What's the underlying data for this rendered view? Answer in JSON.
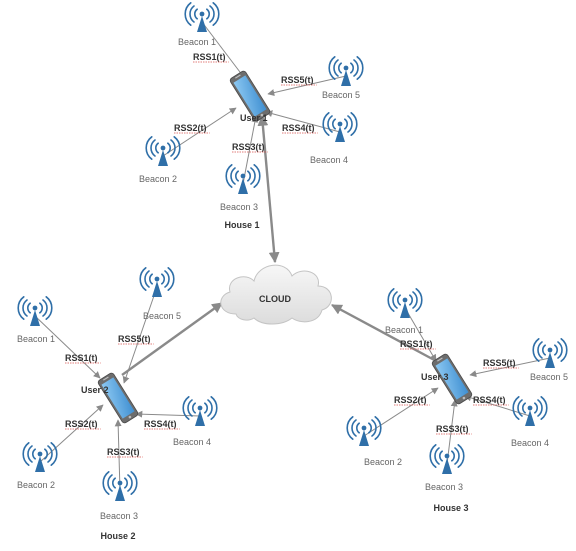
{
  "diagram": {
    "cloud_label": "CLOUD",
    "houses": [
      {
        "house_label": "House 1",
        "user_label": "User 1",
        "beacons": [
          {
            "label": "Beacon 1",
            "rss": "RSS1(t)"
          },
          {
            "label": "Beacon 2",
            "rss": "RSS2(t)"
          },
          {
            "label": "Beacon 3",
            "rss": "RSS3(t)"
          },
          {
            "label": "Beacon 4",
            "rss": "RSS4(t)"
          },
          {
            "label": "Beacon 5",
            "rss": "RSS5(t)"
          }
        ]
      },
      {
        "house_label": "House 2",
        "user_label": "User 2",
        "beacons": [
          {
            "label": "Beacon 1",
            "rss": "RSS1(t)"
          },
          {
            "label": "Beacon 2",
            "rss": "RSS2(t)"
          },
          {
            "label": "Beacon 3",
            "rss": "RSS3(t)"
          },
          {
            "label": "Beacon 4",
            "rss": "RSS4(t)"
          },
          {
            "label": "Beacon 5",
            "rss": "RSS5(t)"
          }
        ]
      },
      {
        "house_label": "House 3",
        "user_label": "User 3",
        "beacons": [
          {
            "label": "Beacon 1",
            "rss": "RSS1(t)"
          },
          {
            "label": "Beacon 2",
            "rss": "RSS2(t)"
          },
          {
            "label": "Beacon 3",
            "rss": "RSS3(t)"
          },
          {
            "label": "Beacon 4",
            "rss": "RSS4(t)"
          },
          {
            "label": "Beacon 5",
            "rss": "RSS5(t)"
          }
        ]
      }
    ],
    "colors": {
      "beacon_blue": "#2f6fa8",
      "phone_screen": "#5aa9e6",
      "phone_body": "#6d6d6d",
      "link_gray": "#8a8a8a",
      "cloud_fill": "#eeeeee",
      "rss_underline": "#d9534f"
    }
  }
}
